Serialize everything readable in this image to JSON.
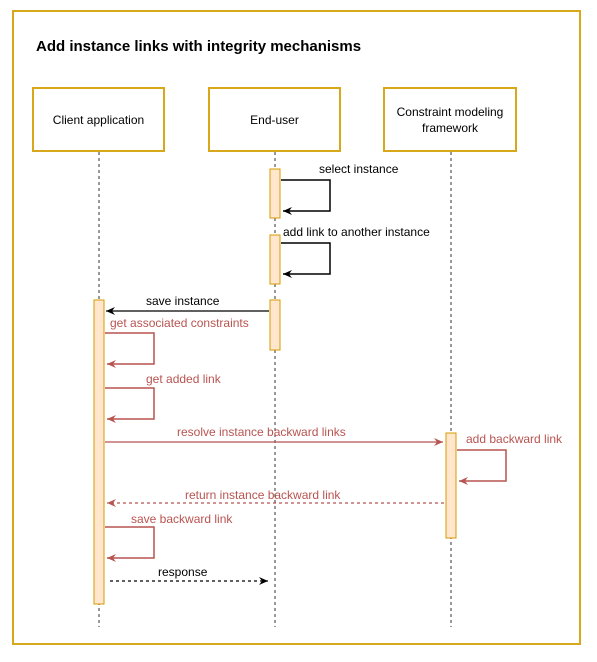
{
  "title": "Add instance links with integrity mechanisms",
  "participants": [
    {
      "name": "Client application"
    },
    {
      "name": "End-user"
    },
    {
      "name": "Constraint modeling framework"
    }
  ],
  "messages": [
    {
      "label": "select instance",
      "from": "End-user",
      "to": "End-user",
      "style": "self",
      "color": "#000000"
    },
    {
      "label": "add link to another instance",
      "from": "End-user",
      "to": "End-user",
      "style": "self",
      "color": "#000000"
    },
    {
      "label": "save instance",
      "from": "End-user",
      "to": "Client application",
      "style": "solid",
      "color": "#000000"
    },
    {
      "label": "get associated constraints",
      "from": "Client application",
      "to": "Client application",
      "style": "self",
      "color": "#b85450"
    },
    {
      "label": "get added link",
      "from": "Client application",
      "to": "Client application",
      "style": "self",
      "color": "#b85450"
    },
    {
      "label": "resolve instance backward links",
      "from": "Client application",
      "to": "Constraint modeling framework",
      "style": "solid",
      "color": "#b85450"
    },
    {
      "label": "add backward link",
      "from": "Constraint modeling framework",
      "to": "Constraint modeling framework",
      "style": "self",
      "color": "#b85450"
    },
    {
      "label": "return instance backward link",
      "from": "Constraint modeling framework",
      "to": "Client application",
      "style": "dashed",
      "color": "#b85450"
    },
    {
      "label": "save backward link",
      "from": "Client application",
      "to": "Client application",
      "style": "self",
      "color": "#b85450"
    },
    {
      "label": "response",
      "from": "Client application",
      "to": "End-user",
      "style": "dashed",
      "color": "#000000"
    }
  ],
  "colors": {
    "frame": "#d6a81a",
    "activation_fill": "#ffe6cc",
    "activation_stroke": "#d79b00",
    "integrity_message": "#b85450",
    "default_message": "#000000"
  }
}
